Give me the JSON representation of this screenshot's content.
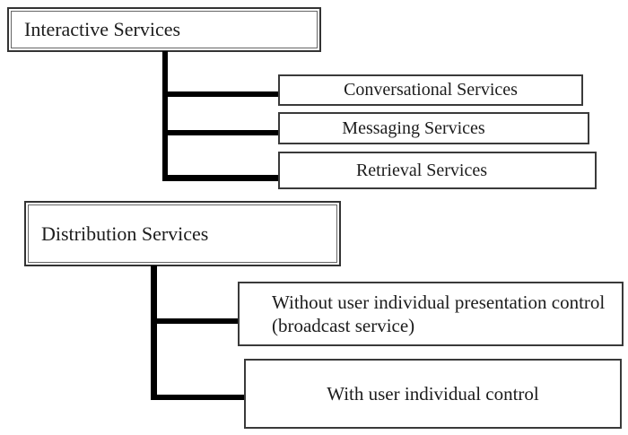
{
  "diagram": {
    "background_color": "#ffffff",
    "line_color": "#000000",
    "border_color": "#3a3a3a",
    "text_color": "#1c1c1c",
    "nodes": {
      "interactive": {
        "label": "Interactive Services"
      },
      "conversational": {
        "label": "Conversational Services"
      },
      "messaging": {
        "label": "Messaging Services"
      },
      "retrieval": {
        "label": "Retrieval Services"
      },
      "distribution": {
        "label": "Distribution Services"
      },
      "without": {
        "label": "Without user individual presentation control (broadcast service)"
      },
      "with": {
        "label": "With user individual control"
      }
    },
    "hierarchy": [
      {
        "parent": "Interactive Services",
        "children": [
          "Conversational Services",
          "Messaging Services",
          "Retrieval Services"
        ]
      },
      {
        "parent": "Distribution Services",
        "children": [
          "Without user individual presentation control (broadcast service)",
          "With user individual control"
        ]
      }
    ]
  }
}
